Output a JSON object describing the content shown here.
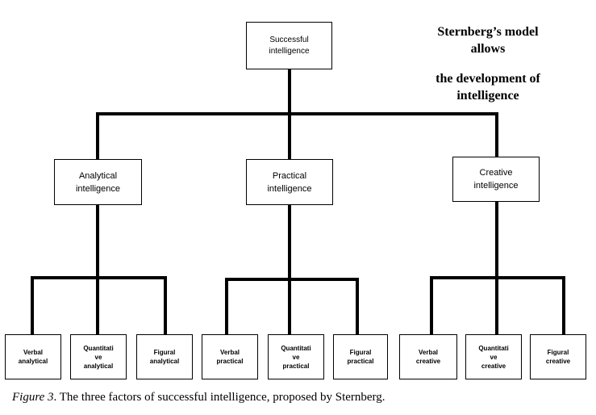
{
  "diagram": {
    "root": "Successful\nintelligence",
    "branches": [
      {
        "label": "Analytical\nintelligence",
        "leaves": [
          "Verbal\nanalytical",
          "Quantitati\nve\nanalytical",
          "Figural\nanalytical"
        ]
      },
      {
        "label": "Practical\nintelligence",
        "leaves": [
          "Verbal\npractical",
          "Quantitati\nve\npractical",
          "Figural\npractical"
        ]
      },
      {
        "label": "Creative\nintelligence",
        "leaves": [
          "Verbal\ncreative",
          "Quantitati\nve\ncreative",
          "Figural\ncreative"
        ]
      }
    ]
  },
  "note": {
    "line1": "Sternberg’s model",
    "line2": "allows",
    "line3": "the development of",
    "line4": "intelligence"
  },
  "caption": {
    "figure_label": "Figure 3",
    "text": ". The three factors of successful intelligence, proposed by Sternberg."
  }
}
